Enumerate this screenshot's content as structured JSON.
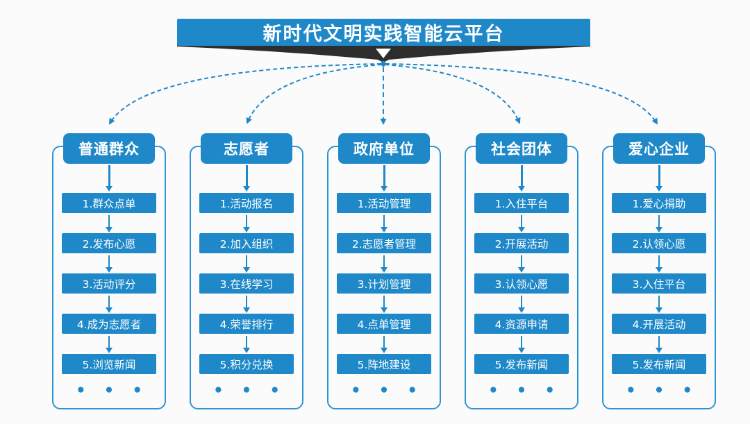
{
  "title": "新时代文明实践智能云平台",
  "colors": {
    "primary": "#1e88c8",
    "frame_outline": "#2b96d3",
    "banner_dark": "#2d2d2d",
    "background": "#fbfbfb"
  },
  "columns": [
    {
      "header": "普通群众",
      "steps": [
        "1.群众点单",
        "2.发布心愿",
        "3.活动评分",
        "4.成为志愿者",
        "5.浏览新闻"
      ],
      "more": "• • •"
    },
    {
      "header": "志愿者",
      "steps": [
        "1.活动报名",
        "2.加入组织",
        "3.在线学习",
        "4.荣誉排行",
        "5.积分兑换"
      ],
      "more": "• • •"
    },
    {
      "header": "政府单位",
      "steps": [
        "1.活动管理",
        "2.志愿者管理",
        "3.计划管理",
        "4.点单管理",
        "5.阵地建设"
      ],
      "more": "• • •"
    },
    {
      "header": "社会团体",
      "steps": [
        "1.入住平台",
        "2.开展活动",
        "3.认领心愿",
        "4.资源申请",
        "5.发布新闻"
      ],
      "more": "• • •"
    },
    {
      "header": "爱心企业",
      "steps": [
        "1.爱心捐助",
        "2.认领心愿",
        "3.入住平台",
        "4.开展活动",
        "5.发布新闻"
      ],
      "more": "• • •"
    }
  ]
}
